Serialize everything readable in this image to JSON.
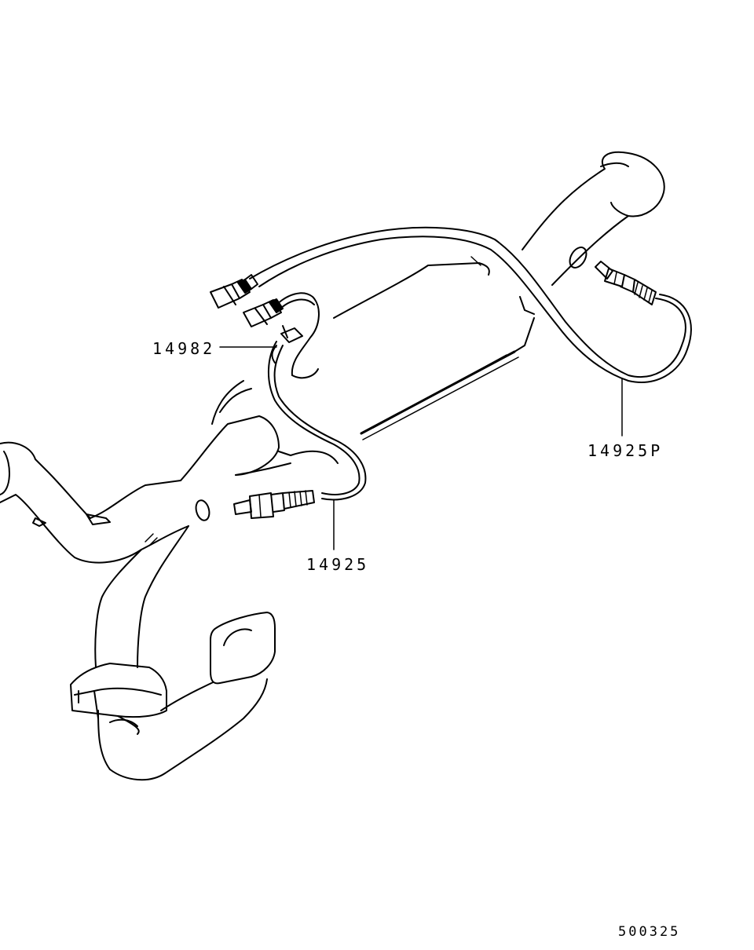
{
  "diagram": {
    "callouts": [
      {
        "id": "connector-clamp",
        "part_number": "14982"
      },
      {
        "id": "rear-oxygen-sensor",
        "part_number": "14925P"
      },
      {
        "id": "front-oxygen-sensor",
        "part_number": "14925"
      }
    ],
    "drawing_code": "500325"
  },
  "colors": {
    "ink": "#000000",
    "paper": "#ffffff"
  }
}
